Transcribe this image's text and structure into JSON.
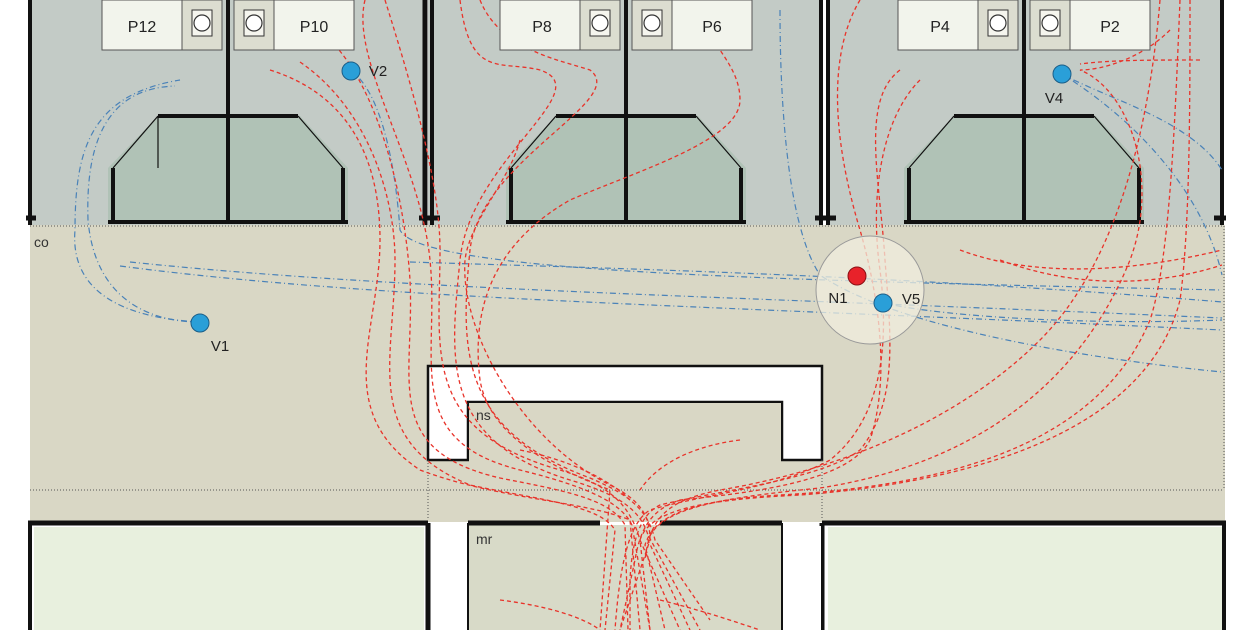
{
  "zones": {
    "corridor": "co",
    "nurse_station": "ns",
    "medication_room": "mr"
  },
  "patients": [
    "P12",
    "P10",
    "P8",
    "P6",
    "P4",
    "P2"
  ],
  "markers": {
    "V1": "V1",
    "V2": "V2",
    "V4": "V4",
    "V5": "V5",
    "N1": "N1"
  },
  "colors": {
    "room_fill": "#c3cbc6",
    "corridor_fill": "#d9d7c5",
    "lower_room_fill": "#e8f0de",
    "inner_fill": "#d8dac8",
    "bed_fill": "#aebfb4",
    "wall": "#111111",
    "nurse_marker": "#e8222a",
    "visitor_marker": "#2a9fd8",
    "nurse_path": "#e8332a",
    "visitor_path": "#4a82b8"
  }
}
